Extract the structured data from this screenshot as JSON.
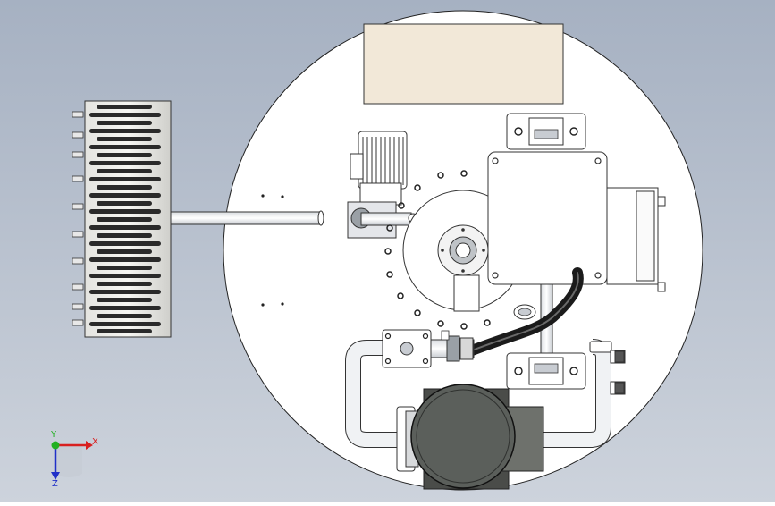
{
  "scene": {
    "background_top": "#a6b1c2",
    "background_bottom": "#c9d0da",
    "plate_color": "#ffffff",
    "label_panel_color": "#f2e8d8",
    "metal_dark": "#5b5f5b",
    "metal_mid": "#cfd3d8",
    "cable_color": "#1b1b1b"
  },
  "triad": {
    "x_label": "X",
    "y_label": "Y",
    "z_label": "Z",
    "x_color": "#d82020",
    "y_color": "#22b022",
    "z_color": "#2030c8"
  }
}
